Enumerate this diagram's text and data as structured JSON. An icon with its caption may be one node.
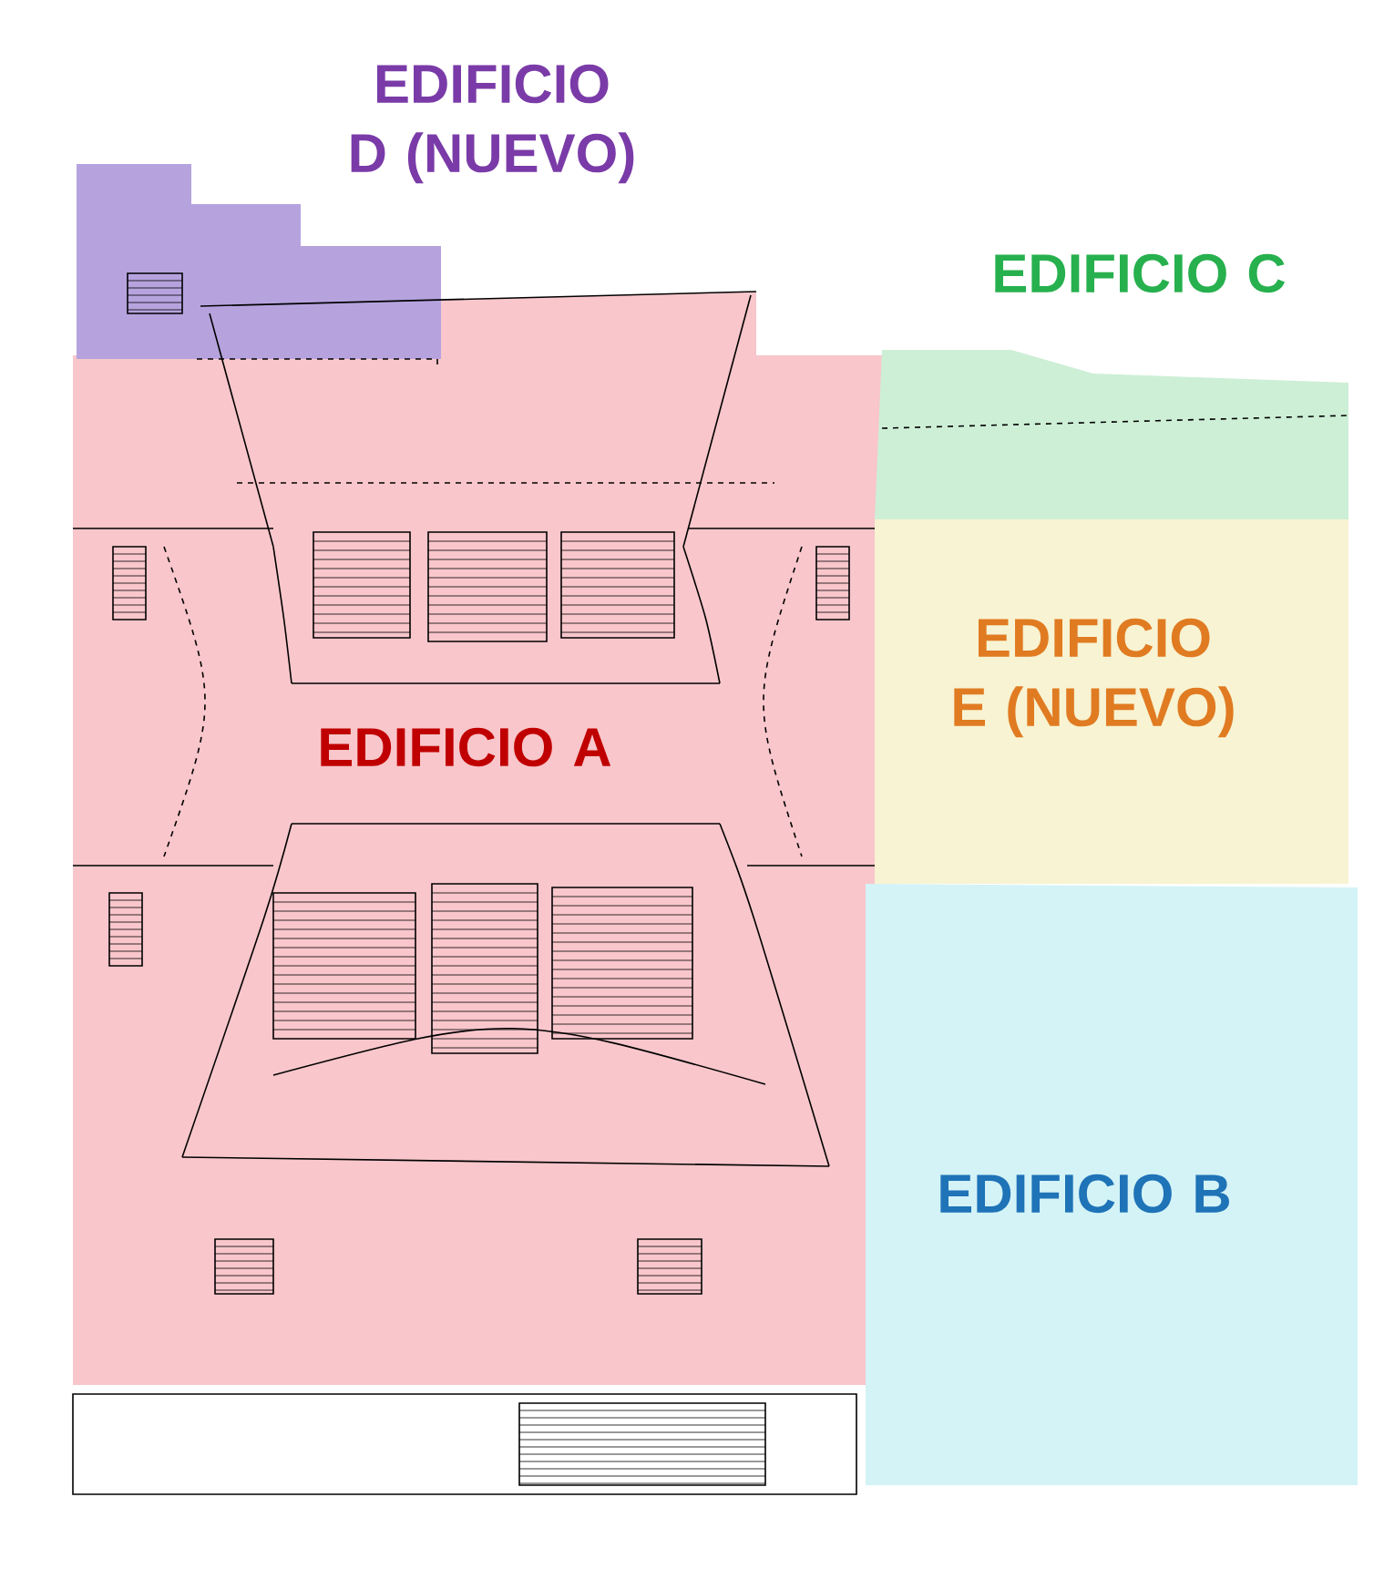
{
  "diagram": {
    "nodes": [
      {
        "text": [
          "EDIFICIO A"
        ]
      },
      {
        "text": [
          "EDIFICIO D (NUEVO)"
        ]
      },
      {
        "text": [
          "EDIFICIO C"
        ]
      },
      {
        "text": [
          "EDIFICIO E (NUEVO)"
        ]
      },
      {
        "text": [
          "EDIFICIO B"
        ]
      }
    ]
  }
}
